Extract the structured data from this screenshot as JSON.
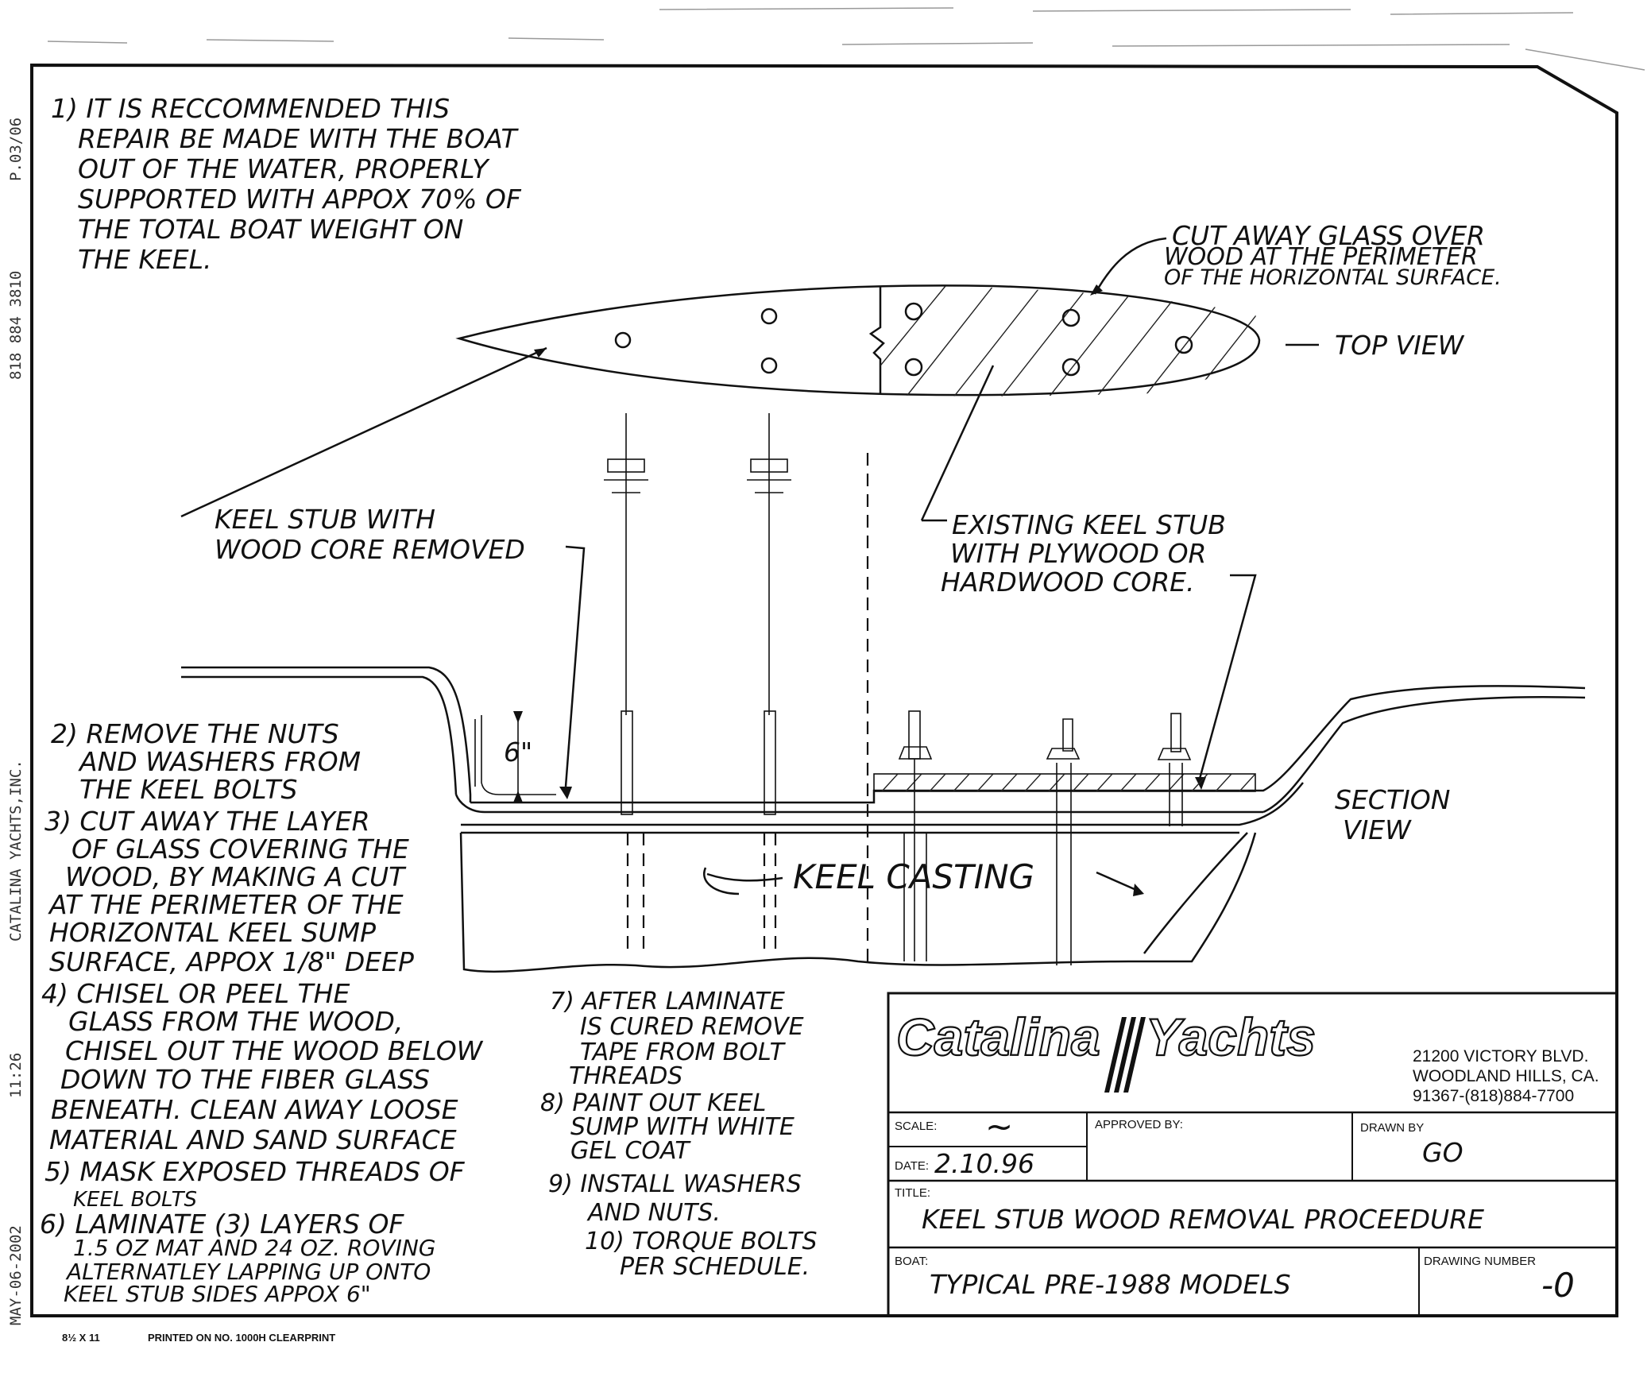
{
  "fax_header": {
    "date": "MAY-06-2002",
    "time": "11:26",
    "company": "CATALINA YACHTS,INC.",
    "phone": "818 884 3810",
    "page": "P.03/06"
  },
  "notes": {
    "note1": [
      "1) IT IS RECCOMMENDED THIS",
      "REPAIR BE MADE WITH THE BOAT",
      "OUT OF THE WATER, PROPERLY",
      "SUPPORTED WITH APPOX 70% OF",
      "THE TOTAL BOAT WEIGHT ON",
      "THE KEEL."
    ],
    "cut_away_glass": [
      "CUT AWAY GLASS OVER",
      "WOOD AT THE PERIMETER",
      "OF THE HORIZONTAL SURFACE."
    ],
    "top_view": "TOP VIEW",
    "keel_stub_removed": [
      "KEEL STUB WITH",
      "WOOD CORE REMOVED"
    ],
    "existing_keel_stub": [
      "EXISTING KEEL STUB",
      "WITH PLYWOOD OR",
      "HARDWOOD CORE."
    ],
    "dimension_6in": "6\"",
    "section_view": [
      "SECTION",
      "VIEW"
    ],
    "keel_casting": "KEEL CASTING",
    "steps_left": [
      "2) REMOVE THE NUTS",
      "AND WASHERS FROM",
      "THE KEEL BOLTS",
      "3) CUT AWAY THE LAYER",
      "OF GLASS COVERING THE",
      "WOOD, BY MAKING A CUT",
      "AT THE PERIMETER OF THE",
      "HORIZONTAL KEEL SUMP",
      "SURFACE, APPOX 1/8\" DEEP",
      "4) CHISEL OR PEEL THE",
      "GLASS FROM THE WOOD,",
      "CHISEL OUT THE WOOD BELOW",
      "DOWN TO THE FIBER GLASS",
      "BENEATH. CLEAN AWAY LOOSE",
      "MATERIAL AND SAND SURFACE",
      "5) MASK EXPOSED THREADS OF",
      "KEEL BOLTS",
      "6) LAMINATE (3) LAYERS OF",
      "1.5 OZ MAT AND 24 OZ. ROVING",
      "ALTERNATLEY LAPPING UP ONTO",
      "KEEL STUB SIDES APPOX 6\""
    ],
    "steps_right": [
      "7) AFTER LAMINATE",
      "IS CURED REMOVE",
      "TAPE FROM BOLT",
      "THREADS",
      "8) PAINT OUT KEEL",
      "SUMP WITH WHITE",
      "GEL COAT",
      "9) INSTALL WASHERS",
      "AND NUTS.",
      "10) TORQUE BOLTS",
      "PER SCHEDULE."
    ]
  },
  "title_block": {
    "logo_left": "Catalina",
    "logo_right": "Yachts",
    "address": [
      "21200 VICTORY BLVD.",
      "WOODLAND HILLS, CA.",
      "91367-(818)884-7700"
    ],
    "scale_label": "SCALE:",
    "scale_value": "~",
    "approved_label": "APPROVED BY:",
    "drawn_label": "DRAWN BY",
    "drawn_value": "GO",
    "date_label": "DATE:",
    "date_value": "2.10.96",
    "title_label": "TITLE:",
    "title_value": "KEEL STUB WOOD REMOVAL PROCEEDURE",
    "boat_label": "BOAT:",
    "boat_value": "TYPICAL PRE-1988 MODELS",
    "drawing_number_label": "DRAWING NUMBER",
    "drawing_number_value": "-0"
  },
  "footer": {
    "paper_size": "8½ X 11",
    "printed_on": "PRINTED ON NO. 1000H CLEARPRINT"
  }
}
